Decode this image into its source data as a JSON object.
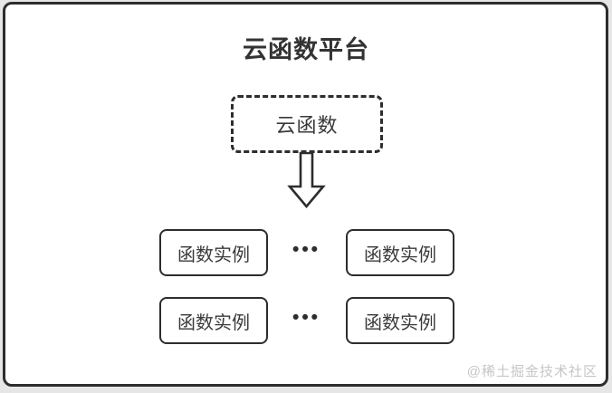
{
  "diagram": {
    "title": "云函数平台",
    "cloud_function_label": "云函数",
    "ellipsis": "•••",
    "instances": [
      "函数实例",
      "函数实例",
      "函数实例",
      "函数实例"
    ],
    "watermark": "@稀土掘金技术社区",
    "colors": {
      "border": "#2d2d2d",
      "text": "#3a3a3a",
      "panel_background": "#ffffff",
      "page_background": "#e6e6e6",
      "watermark_text": "#c6c6c6"
    }
  }
}
